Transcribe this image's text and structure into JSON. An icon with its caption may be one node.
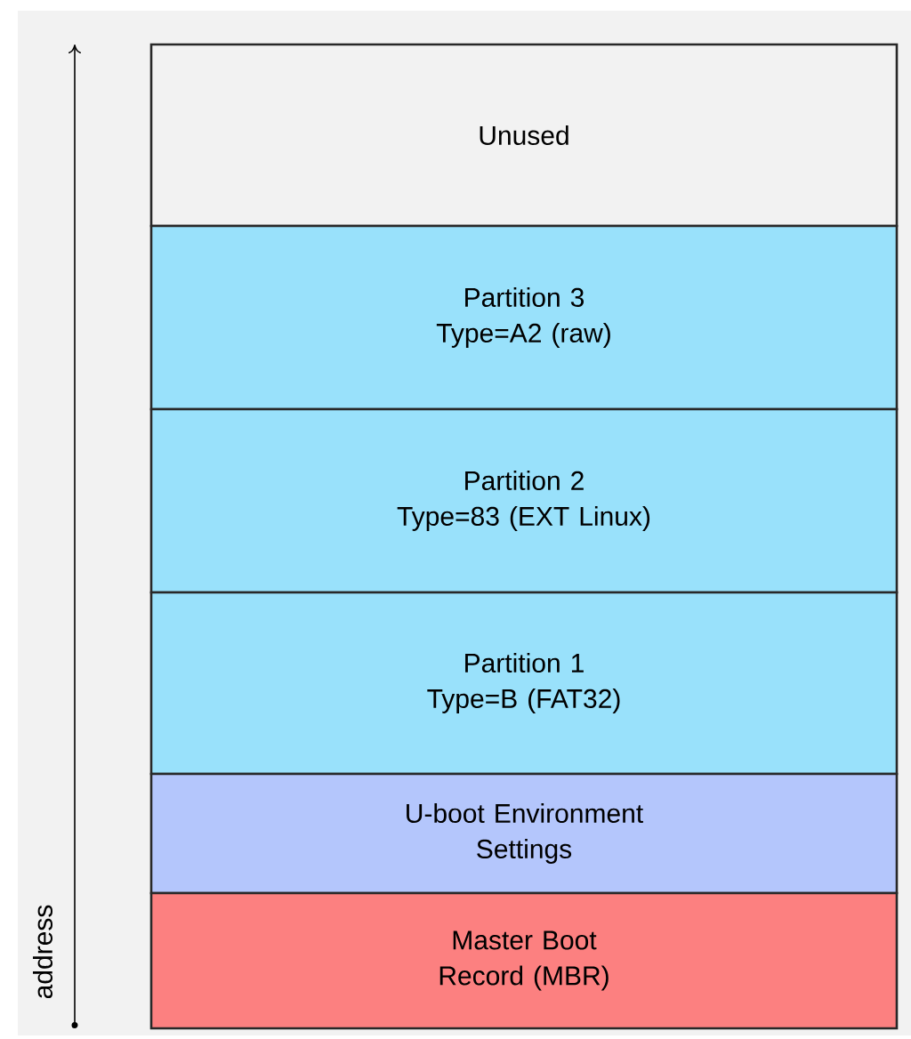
{
  "diagram": {
    "nodes": [
      {
        "text": [
          "Unused"
        ]
      },
      {
        "text": [
          "Partition 3",
          "Type=A2 (raw)"
        ]
      },
      {
        "text": [
          "Partition 2",
          "Type=83 (EXT Linux)"
        ]
      },
      {
        "text": [
          "Partition 1",
          "Type=B (FAT32)"
        ]
      },
      {
        "text": [
          "U-boot Environment Settings"
        ]
      },
      {
        "text": [
          "Master Boot Record (MBR)"
        ]
      }
    ],
    "labels": [
      "address"
    ]
  }
}
